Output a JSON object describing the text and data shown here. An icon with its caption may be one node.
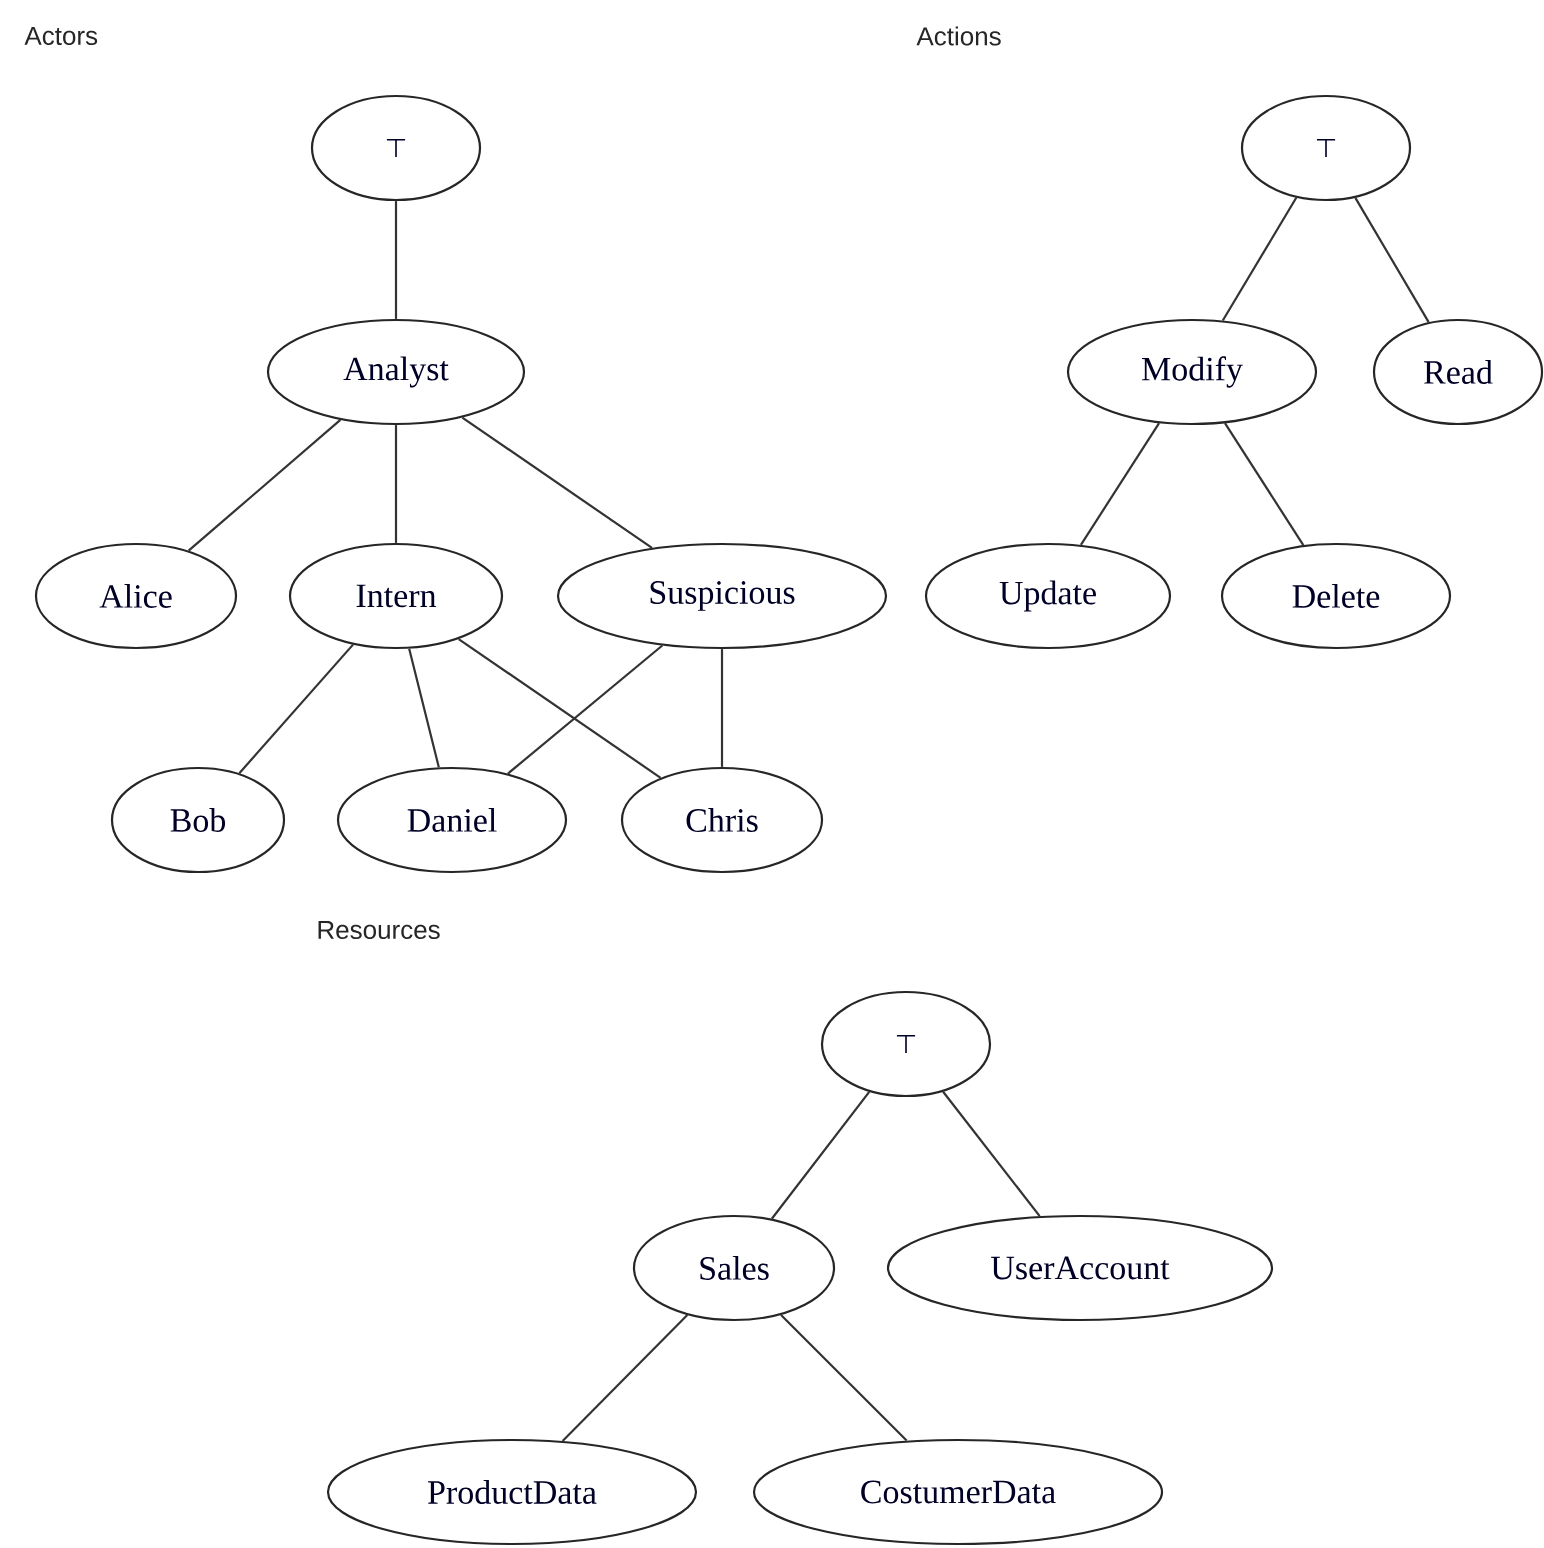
{
  "diagram": {
    "nodes": [
      {
        "text": [
          "⊤"
        ]
      },
      {
        "text": [
          "Analyst"
        ]
      },
      {
        "text": [
          "Alice"
        ]
      },
      {
        "text": [
          "Intern"
        ]
      },
      {
        "text": [
          "Suspicious"
        ]
      },
      {
        "text": [
          "Bob"
        ]
      },
      {
        "text": [
          "Daniel"
        ]
      },
      {
        "text": [
          "Chris"
        ]
      },
      {
        "text": [
          "⊤"
        ]
      },
      {
        "text": [
          "Modify"
        ]
      },
      {
        "text": [
          "Read"
        ]
      },
      {
        "text": [
          "Update"
        ]
      },
      {
        "text": [
          "Delete"
        ]
      },
      {
        "text": [
          "⊤"
        ]
      },
      {
        "text": [
          "Sales"
        ]
      },
      {
        "text": [
          "UserAccount"
        ]
      },
      {
        "text": [
          "ProductData"
        ]
      },
      {
        "text": [
          "CostumerData"
        ]
      }
    ],
    "edges": [
      {
        "from": 0,
        "to": 1,
        "arrow": "none"
      },
      {
        "from": 1,
        "to": 2,
        "arrow": "none"
      },
      {
        "from": 1,
        "to": 3,
        "arrow": "none"
      },
      {
        "from": 1,
        "to": 4,
        "arrow": "none"
      },
      {
        "from": 3,
        "to": 5,
        "arrow": "none"
      },
      {
        "from": 3,
        "to": 6,
        "arrow": "none"
      },
      {
        "from": 3,
        "to": 7,
        "arrow": "none"
      },
      {
        "from": 4,
        "to": 6,
        "arrow": "none"
      },
      {
        "from": 4,
        "to": 7,
        "arrow": "none"
      },
      {
        "from": 8,
        "to": 9,
        "arrow": "none"
      },
      {
        "from": 8,
        "to": 10,
        "arrow": "none"
      },
      {
        "from": 9,
        "to": 11,
        "arrow": "none"
      },
      {
        "from": 9,
        "to": 12,
        "arrow": "none"
      },
      {
        "from": 13,
        "to": 14,
        "arrow": "none"
      },
      {
        "from": 13,
        "to": 15,
        "arrow": "none"
      },
      {
        "from": 14,
        "to": 16,
        "arrow": "none"
      },
      {
        "from": 14,
        "to": 17,
        "arrow": "none"
      }
    ],
    "labels": [
      "Actors",
      "Actions",
      "Resources"
    ]
  }
}
